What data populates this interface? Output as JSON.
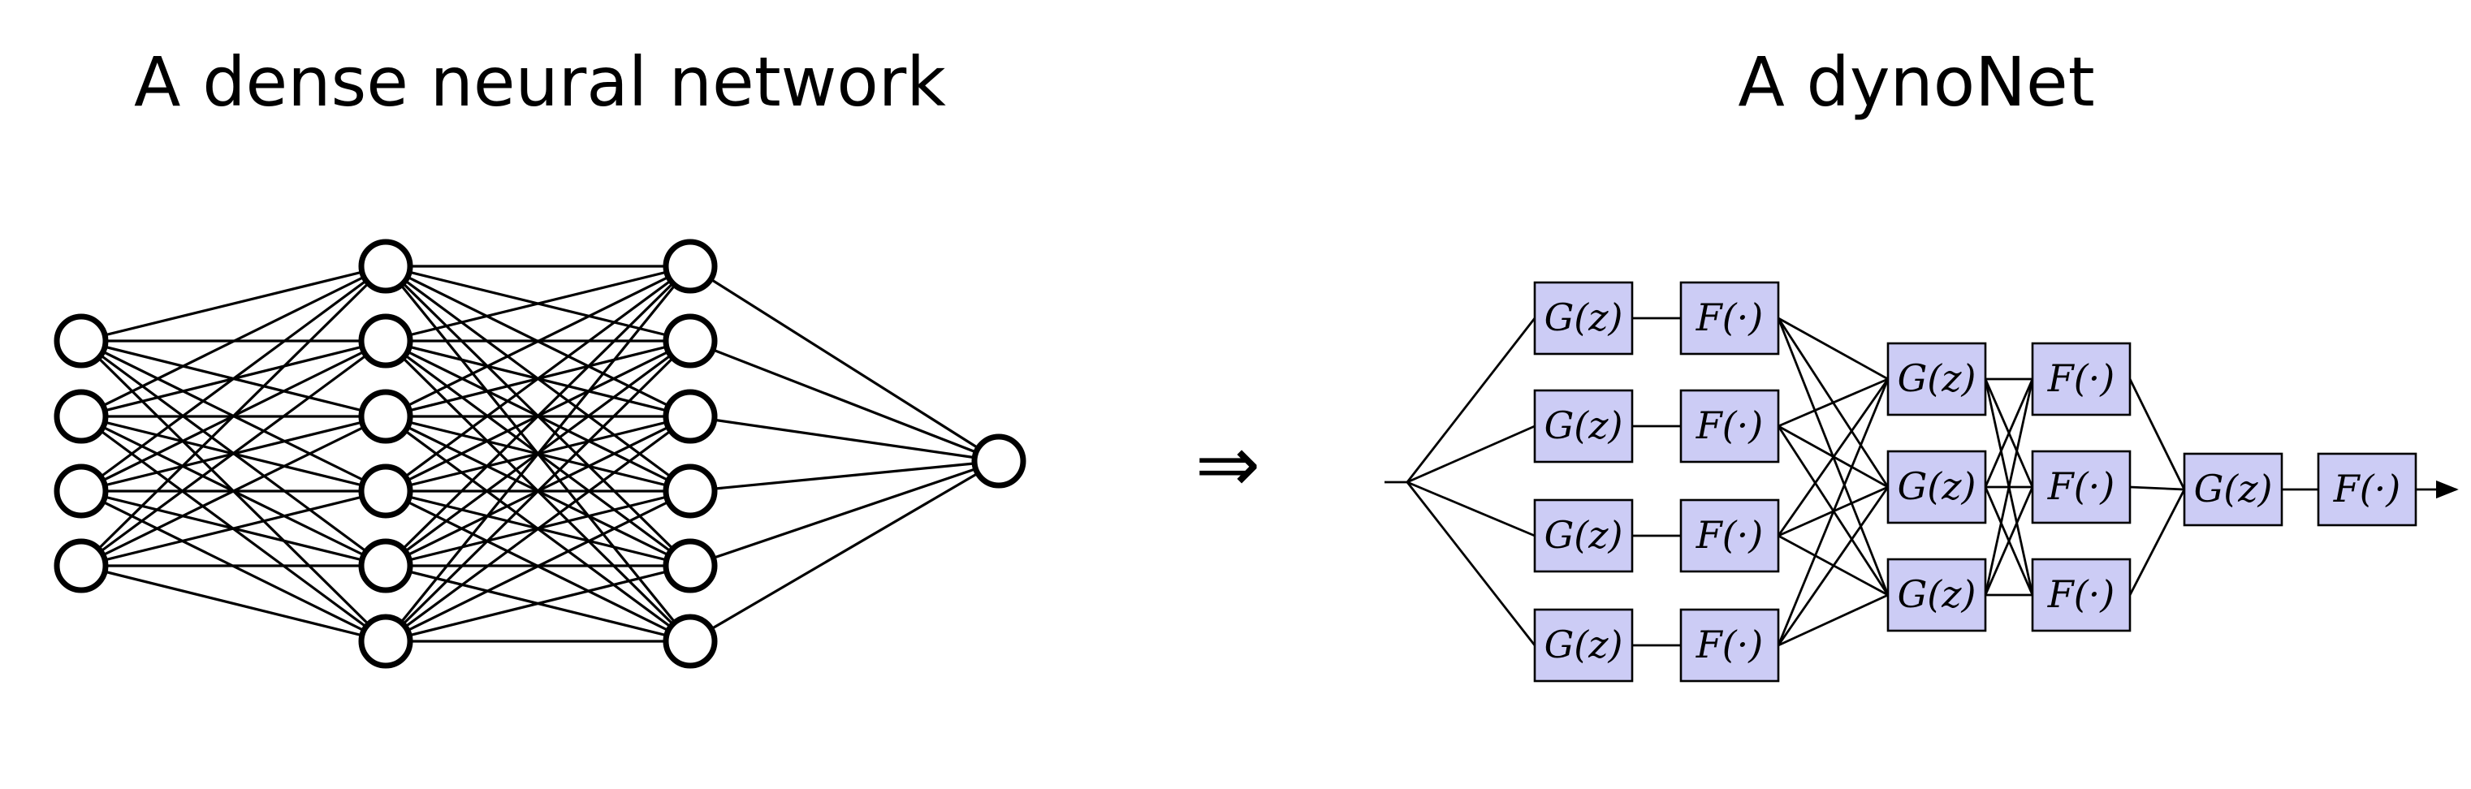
{
  "left_title": "A dense neural network",
  "right_title": "A dynoNet",
  "implies_symbol": "⇒",
  "dense_network": {
    "layers": [
      4,
      6,
      6,
      1
    ]
  },
  "dynonet": {
    "g_label": "G(z)",
    "f_label": "F(·)",
    "blocks_per_stage": [
      4,
      3,
      1
    ]
  }
}
